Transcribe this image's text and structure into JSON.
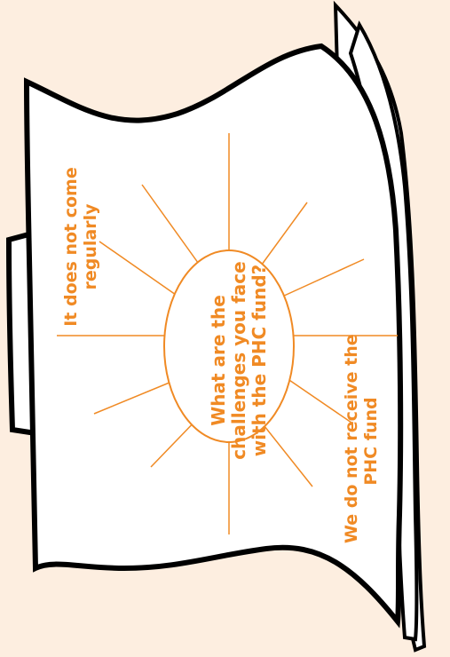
{
  "diagram": {
    "center_question": [
      "What are the",
      "challenges you face",
      "with the PHC fund?"
    ],
    "responses": [
      [
        "It does not come",
        "regularly"
      ],
      [
        "We do not receive the",
        "PHC fund"
      ]
    ],
    "colors": {
      "background": "#fdeee0",
      "accent": "#f08a24",
      "paper": "#ffffff",
      "outline": "#000000"
    }
  }
}
